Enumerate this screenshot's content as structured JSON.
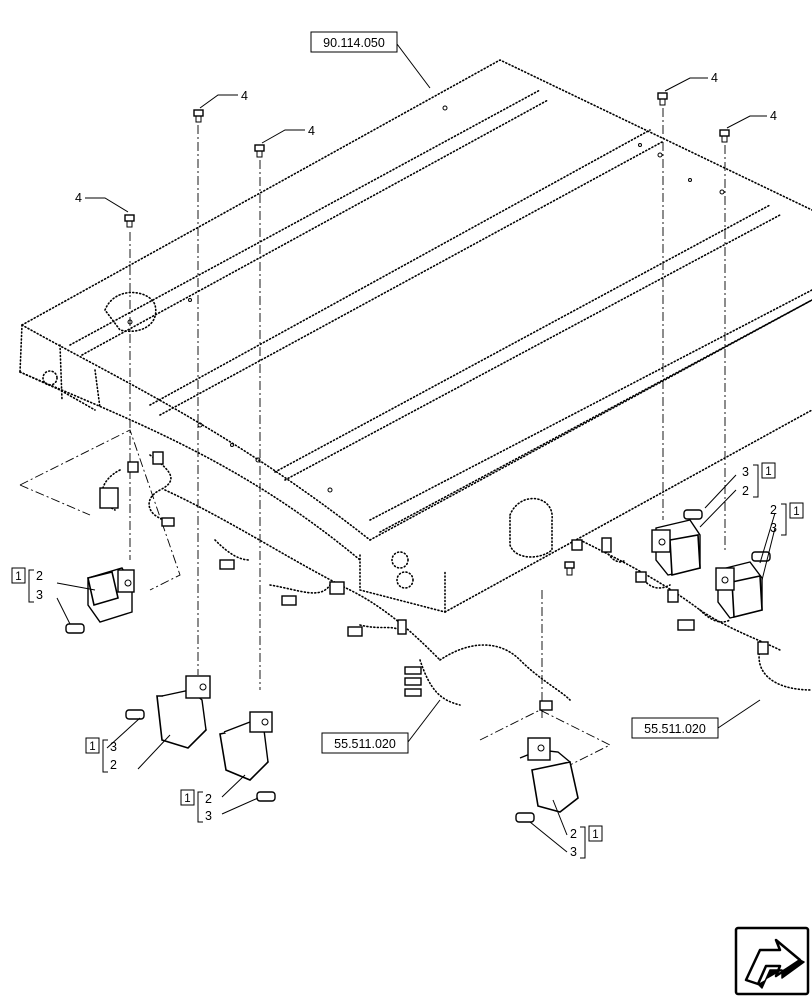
{
  "references": {
    "canopy_ref": "90.114.050",
    "harness_ref_left": "55.511.020",
    "harness_ref_right": "55.511.020"
  },
  "items": {
    "bolt": "4",
    "lamp_assembly": "1",
    "lamp": "2",
    "bulb": "3"
  },
  "navigation": {
    "next_page_icon": "arrow-next-icon"
  }
}
